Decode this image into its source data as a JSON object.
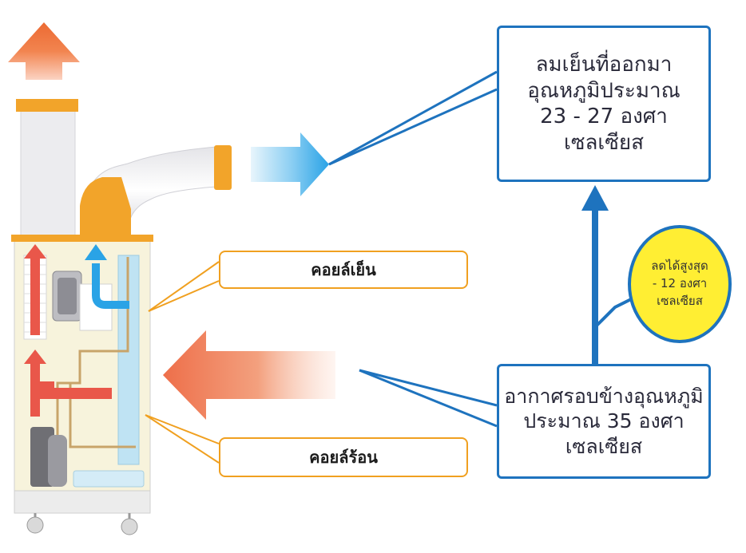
{
  "labels": {
    "cold_coil": "คอยล์เย็น",
    "hot_coil": "คอยล์ร้อน"
  },
  "outlet_info": {
    "lines": [
      "ลมเย็นที่ออกมา",
      "อุณหภูมิประมาณ",
      "23 - 27 องศา",
      "เซลเซียส"
    ]
  },
  "ambient_info": {
    "lines": [
      "อากาศรอบข้างอุณหภูมิ",
      "ประมาณ 35 องศา",
      "เซลเซียส"
    ]
  },
  "reduction_bubble": {
    "lines": [
      "ลดได้สูงสุด",
      "- 12 องศา",
      "เซลเซียส"
    ]
  },
  "colors": {
    "accent_blue": "#1e73be",
    "coil_orange": "#f0a020",
    "hot_air": "#ee6f4a",
    "cold_air": "#2aa3e6",
    "bubble_yellow": "#ffee33"
  }
}
